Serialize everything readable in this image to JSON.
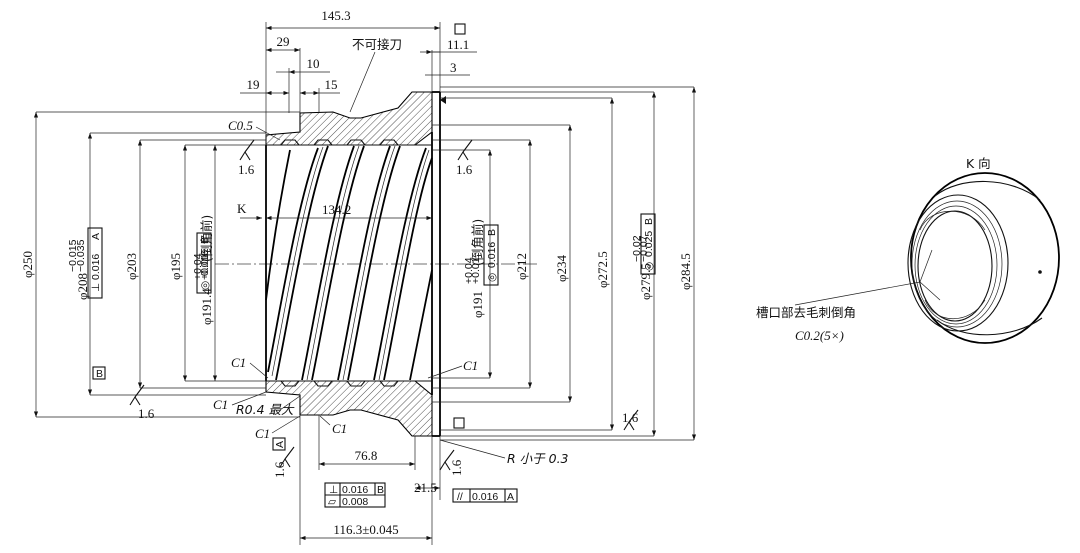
{
  "dims": {
    "overall_len": "145.3",
    "d29": "29",
    "d10": "10",
    "d19": "19",
    "d15": "15",
    "no_tool_note": "不可接刀",
    "d11_1": "11.1",
    "d3": "3",
    "c05": "C0.5",
    "k_label": "K",
    "d134_2": "134.2",
    "c1_top_left": "C1",
    "c1_right": "C1",
    "c1_bottom_left": "C1",
    "r04": "R0.4 最大",
    "c1_lower": "C1",
    "c1_lower2": "C1",
    "d76_8": "76.8",
    "r_note": "R 小于 0.3",
    "d21_5": "21.5",
    "d116": "116.3±0.045"
  },
  "diameters": {
    "phi250": "φ250",
    "phi208": "φ208",
    "phi208_tol_up": "−0.015",
    "phi208_tol_lo": "−0.035",
    "phi203": "φ203",
    "phi195": "φ195",
    "phi191_left": "φ191.4",
    "phi191_left_tol_up": "+0.04",
    "phi191_left_tol_lo": "+0.01",
    "phi191_left_note": "(倒角前)",
    "phi191_right": "φ191",
    "phi191_right_tol_up": "+0.04",
    "phi191_right_tol_lo": "+0.01",
    "phi191_right_note": "(倒角前)",
    "phi212": "φ212",
    "phi234": "φ234",
    "phi272": "φ272.5",
    "phi279": "φ279.5",
    "phi279_tol_up": "−0.02",
    "phi279_tol_lo": "−0.07",
    "phi284": "φ284.5"
  },
  "tolerances": {
    "perp_a_val": "0.016",
    "perp_a_ref": "A",
    "circ_b_val": "0.016",
    "circ_b_ref": "B",
    "circ_b_right_val": "0.016",
    "circ_b_right_ref": "B",
    "circ_279_val": "0.025",
    "circ_279_ref": "B",
    "bottom_perp_val": "0.016",
    "bottom_perp_ref": "B",
    "bottom_flat_val": "0.008",
    "bottom_par_val": "0.016",
    "bottom_par_ref": "A",
    "datum_b": "B",
    "datum_a": "A"
  },
  "roughness": {
    "r1": "1.6",
    "r2": "1.6",
    "r3": "1.6",
    "r4": "1.6",
    "r5": "1.6",
    "r6": "1.6"
  },
  "k_view": {
    "title": "K 向",
    "note": "槽口部去毛刺倒角",
    "note2": "C0.2(5×)"
  }
}
